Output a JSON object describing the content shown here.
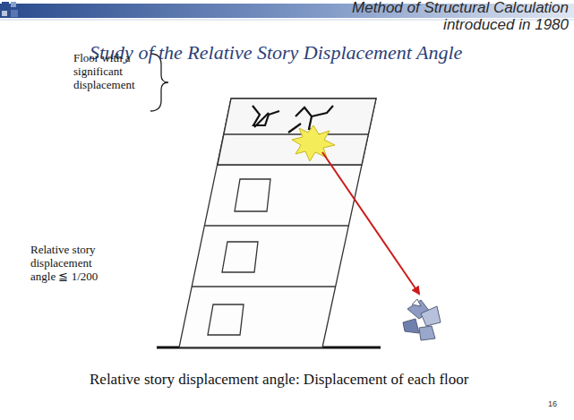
{
  "diagram": {
    "title": "Study of the Relative Story Displacement Angle",
    "caption": "Relative story displacement angle: Displacement of each floor",
    "labels": [
      "Method of Structural Calculation introduced in 1980",
      "Floor with a significant displacement",
      "Relative story displacement angle ≦ 1/200",
      "16"
    ]
  }
}
